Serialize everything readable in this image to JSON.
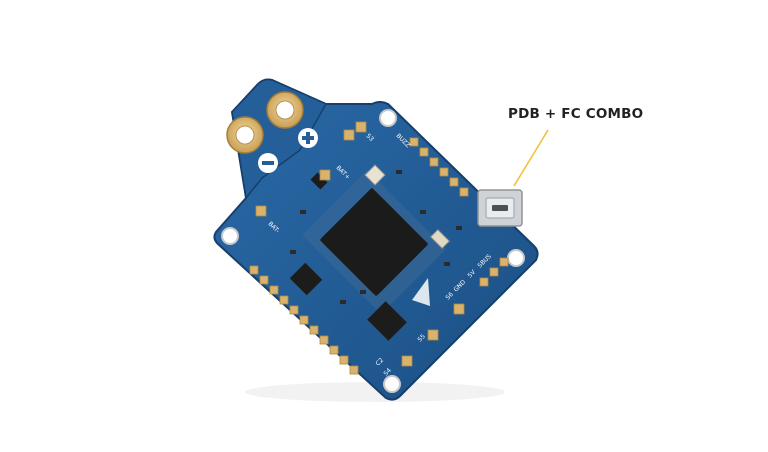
{
  "callout": {
    "label": "PDB + FC COMBO"
  },
  "board": {
    "silkscreen": {
      "minus": "−",
      "plus": "+",
      "bat_minus": "BAT-",
      "bat_plus": "BAT+",
      "s3": "S3",
      "s4": "S4",
      "s5": "S5",
      "s6": "S6",
      "gnd": "GND",
      "v5": "5V",
      "sbus": "SBUS",
      "buzz": "BUZZ",
      "c2": "C2"
    }
  },
  "colors": {
    "pcb": "#1f5a93",
    "pcb_dark": "#173f6b",
    "pad": "#d9b36c",
    "chip": "#1b1b1b",
    "accent_line": "#f0c23a"
  }
}
